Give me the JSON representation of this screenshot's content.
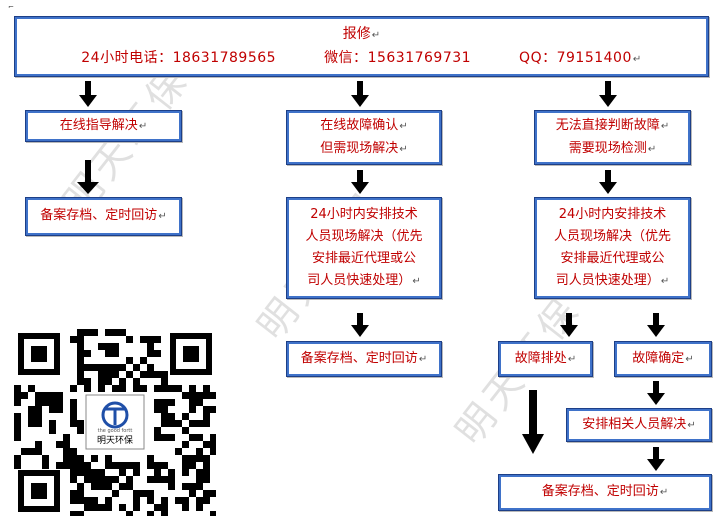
{
  "header": {
    "title": "报修",
    "phone_label": "24小时电话：",
    "phone": "18631789565",
    "wechat_label": "微信：",
    "wechat": "15631769731",
    "qq_label": "QQ：",
    "qq": "79151400"
  },
  "col1": {
    "online_guide": "在线指导解决",
    "archive": "备案存档、定时回访"
  },
  "col2": {
    "confirm_line1": "在线故障确认",
    "confirm_line2": "但需现场解决",
    "dispatch_line1": "24小时内安排技术",
    "dispatch_line2": "人员现场解决（优先",
    "dispatch_line3": "安排最近代理或公",
    "dispatch_line4": "司人员快速处理）",
    "archive": "备案存档、定时回访"
  },
  "col3": {
    "cannot_line1": "无法直接判断故障",
    "cannot_line2": "需要现场检测",
    "dispatch_line1": "24小时内安排技术",
    "dispatch_line2": "人员现场解决（优先",
    "dispatch_line3": "安排最近代理或公",
    "dispatch_line4": "司人员快速处理）",
    "fault_cleared": "故障排处",
    "fault_confirmed": "故障确定",
    "assign_staff": "安排相关人员解决",
    "archive": "备案存档、定时回访"
  },
  "watermark": "明天环保",
  "logo": {
    "tagline": "the good fortt",
    "name": "明天环保"
  },
  "return_mark": "↵",
  "colors": {
    "border": "#3f72c9",
    "text": "#c00000",
    "arrow": "#000000",
    "watermark": "#c8c8c8"
  }
}
